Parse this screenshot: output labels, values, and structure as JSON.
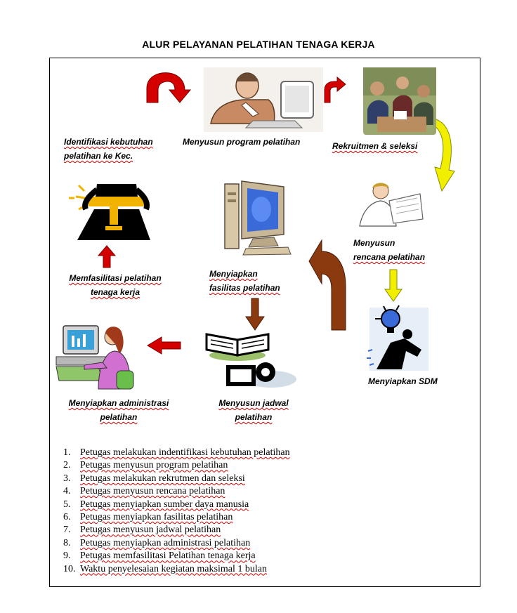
{
  "title": "ALUR PELAYANAN PELATIHAN TENAGA KERJA",
  "steps": {
    "identifikasi": [
      "Identifikasi kebutuhan",
      "pelatihan ke Kec."
    ],
    "program": [
      "Menyusun program pelatihan"
    ],
    "rekrutmen": [
      "Rekruitmen & seleksi"
    ],
    "rencana": [
      "Menyusun",
      "rencana pelatihan"
    ],
    "sdm": [
      "Menyiapkan SDM"
    ],
    "fasilitas": [
      "Menyiapkan",
      "fasilitas pelatihan"
    ],
    "memfasilitasi": [
      "Memfasilitasi pelatihan",
      "tenaga kerja"
    ],
    "jadwal": [
      "Menyusun jadwal",
      "pelatihan"
    ],
    "administrasi": [
      "Menyiapkan administrasi",
      "pelatihan"
    ]
  },
  "list": [
    {
      "num": "1.",
      "text": "Petugas melakukan indentifikasi kebutuhan pelatihan"
    },
    {
      "num": "2.",
      "text": "Petugas menyusun program pelatihan"
    },
    {
      "num": "3.",
      "text": "Petugas melakukan rekrutmen dan seleksi"
    },
    {
      "num": "4.",
      "text": "Petugas menyusun rencana pelatihan"
    },
    {
      "num": "5.",
      "text": "Petugas menyiapkan sumber daya manusia"
    },
    {
      "num": "6.",
      "text": "Petugas menyiapkan fasilitas pelatihan"
    },
    {
      "num": "7.",
      "text": "Petugas menyusun jadwal pelatihan"
    },
    {
      "num": "8.",
      "text": "Petugas menyiapkan administrasi pelatihan"
    },
    {
      "num": "9.",
      "text": "Petugas memfasilitasi Pelatihan tenaga kerja"
    },
    {
      "num": "10.",
      "text": "Waktu penyelesaian kegiatan maksimal 1 bulan"
    }
  ],
  "colors": {
    "red_arrow": "#d40000",
    "yellow_arrow": "#f2ee00",
    "brown_arrow": "#8b3a10",
    "frame": "#000000"
  }
}
